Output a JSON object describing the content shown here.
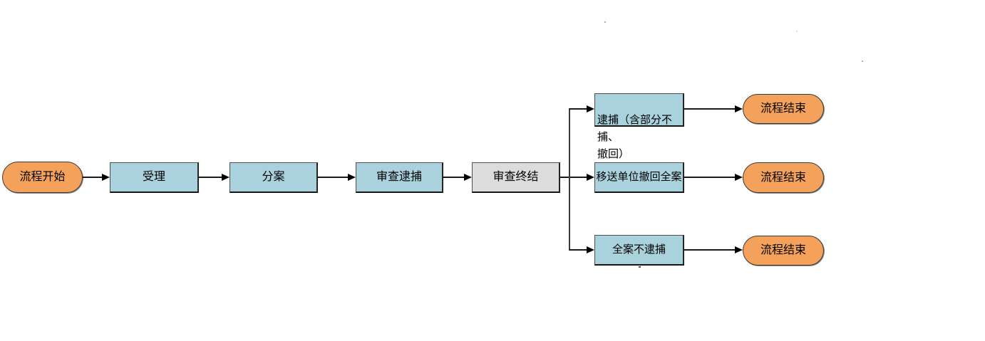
{
  "diagram": {
    "type": "flowchart",
    "background": "#FFFFFF",
    "colors": {
      "terminator_fill": "#F4A15C",
      "process_fill": "#A9D2DD",
      "final_review_fill": "#DCDCDC",
      "shape_border": "#3A3A3A",
      "connector_line": "#1A1A1A",
      "text": "#000000"
    },
    "nodes": [
      {
        "id": "start",
        "type": "terminator",
        "label": "流程开始"
      },
      {
        "id": "accept",
        "type": "process",
        "label": "受理"
      },
      {
        "id": "assign-case",
        "type": "process",
        "label": "分案"
      },
      {
        "id": "review-arrest",
        "type": "process",
        "label": "审查逮捕"
      },
      {
        "id": "review-conclude",
        "type": "process",
        "label": "审查终结"
      },
      {
        "id": "arrest-outcome",
        "type": "process",
        "label": "逮捕（含部分不捕、\n撤回）"
      },
      {
        "id": "unit-withdraw-case",
        "type": "process",
        "label": "移送单位撤回全案"
      },
      {
        "id": "whole-case-no-arrest",
        "type": "process",
        "label": "全案不逮捕"
      },
      {
        "id": "end-top",
        "type": "terminator",
        "label": "流程结束"
      },
      {
        "id": "end-middle",
        "type": "terminator",
        "label": "流程结束"
      },
      {
        "id": "end-bottom",
        "type": "terminator",
        "label": "流程结束"
      }
    ],
    "edges": [
      {
        "from": "start",
        "to": "accept"
      },
      {
        "from": "accept",
        "to": "assign-case"
      },
      {
        "from": "assign-case",
        "to": "review-arrest"
      },
      {
        "from": "review-arrest",
        "to": "review-conclude"
      },
      {
        "from": "review-conclude",
        "to": "arrest-outcome"
      },
      {
        "from": "review-conclude",
        "to": "unit-withdraw-case"
      },
      {
        "from": "review-conclude",
        "to": "whole-case-no-arrest"
      },
      {
        "from": "arrest-outcome",
        "to": "end-top"
      },
      {
        "from": "unit-withdraw-case",
        "to": "end-middle"
      },
      {
        "from": "whole-case-no-arrest",
        "to": "end-bottom"
      }
    ]
  }
}
